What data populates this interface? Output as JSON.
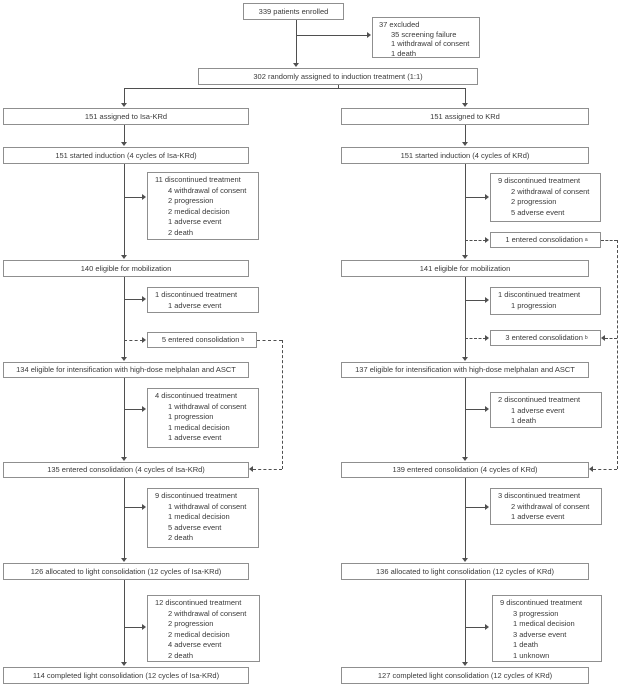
{
  "colors": {
    "box_border": "#8f8f8f",
    "line": "#4f4f4f",
    "text": "#3a3a3a",
    "bg": "#ffffff"
  },
  "flow": {
    "enrolled": "339 patients enrolled",
    "excluded": {
      "title": "37 excluded",
      "items": [
        "35 screening failure",
        "1 withdrawal of consent",
        "1 death"
      ]
    },
    "randomized": "302 randomly assigned to induction treatment (1:1)",
    "isa_krd": {
      "assigned": "151 assigned to Isa-KRd",
      "started": "151 started induction (4 cycles of Isa-KRd)",
      "disc_induction": {
        "title": "11 discontinued treatment",
        "items": [
          "4 withdrawal of consent",
          "2 progression",
          "2 medical decision",
          "1 adverse event",
          "2 death"
        ]
      },
      "mobilization": "140 eligible for mobilization",
      "disc_mobilization": {
        "title": "1 discontinued treatment",
        "items": [
          "1 adverse event"
        ]
      },
      "entered_consolidation_b": {
        "label": "5 entered consolidation",
        "sup": "b"
      },
      "intensification": "134 eligible for intensification with high-dose melphalan and ASCT",
      "disc_intensification": {
        "title": "4 discontinued treatment",
        "items": [
          "1 withdrawal of consent",
          "1 progression",
          "1 medical decision",
          "1 adverse event"
        ]
      },
      "consolidation": "135 entered consolidation (4 cycles of Isa-KRd)",
      "disc_consolidation": {
        "title": "9 discontinued treatment",
        "items": [
          "1 withdrawal of consent",
          "1 medical decision",
          "5 adverse event",
          "2 death"
        ]
      },
      "light_consolidation": "126 allocated to light consolidation (12 cycles of Isa-KRd)",
      "disc_light": {
        "title": "12 discontinued treatment",
        "items": [
          "2 withdrawal of consent",
          "2 progression",
          "2 medical decision",
          "4 adverse event",
          "2 death"
        ]
      },
      "completed": "114 completed light consolidation (12 cycles of Isa-KRd)"
    },
    "krd": {
      "assigned": "151 assigned to KRd",
      "started": "151 started induction (4 cycles of KRd)",
      "disc_induction": {
        "title": "9 discontinued treatment",
        "items": [
          "2 withdrawal of consent",
          "2 progression",
          "5 adverse event"
        ]
      },
      "entered_consolidation_a": {
        "label": "1 entered consolidation",
        "sup": "a"
      },
      "mobilization": "141 eligible for mobilization",
      "disc_mobilization": {
        "title": "1 discontinued treatment",
        "items": [
          "1 progression"
        ]
      },
      "entered_consolidation_b": {
        "label": "3 entered consolidation",
        "sup": "b"
      },
      "intensification": "137 eligible for intensification with high-dose melphalan and ASCT",
      "disc_intensification": {
        "title": "2 discontinued treatment",
        "items": [
          "1 adverse event",
          "1 death"
        ]
      },
      "consolidation": "139 entered consolidation (4 cycles of KRd)",
      "disc_consolidation": {
        "title": "3 discontinued treatment",
        "items": [
          "2 withdrawal of consent",
          "1 adverse event"
        ]
      },
      "light_consolidation": "136 allocated to light consolidation (12 cycles of KRd)",
      "disc_light": {
        "title": "9 discontinued treatment",
        "items": [
          "3 progression",
          "1 medical decision",
          "3 adverse event",
          "1 death",
          "1 unknown"
        ]
      },
      "completed": "127 completed light consolidation (12 cycles of KRd)"
    }
  }
}
